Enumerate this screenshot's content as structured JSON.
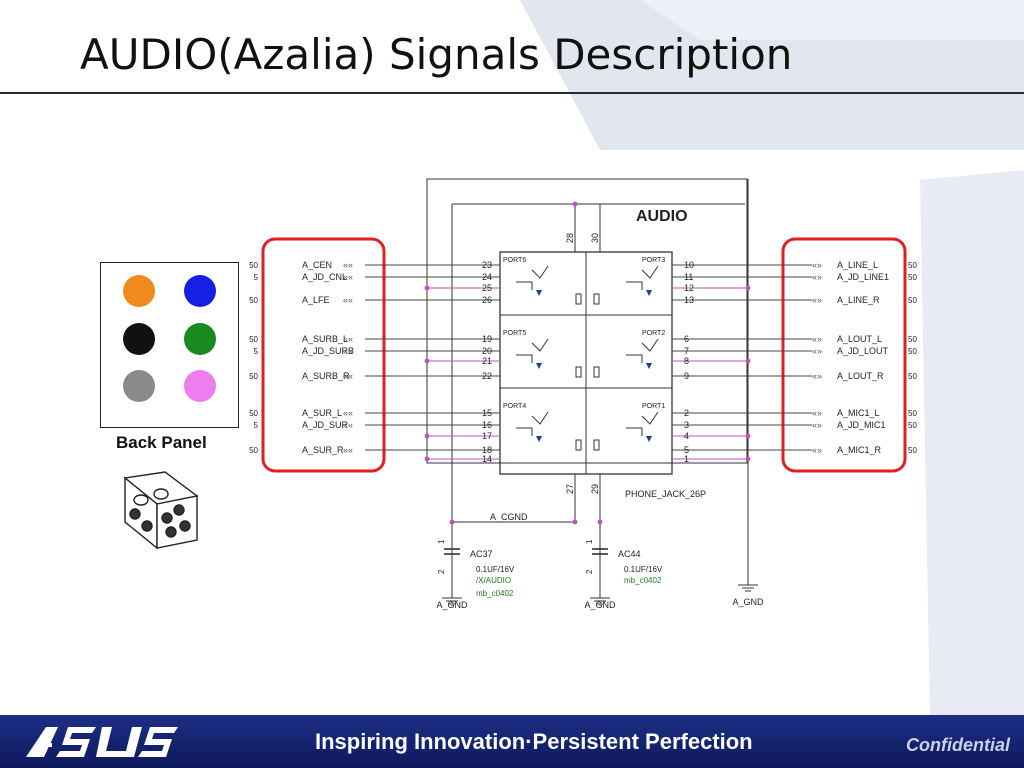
{
  "slide": {
    "title": "AUDIO(Azalia) Signals Description",
    "footer_tagline": "Inspiring Innovation·Persistent Perfection",
    "footer_confidential": "Confidential",
    "logo_text": "ASUS"
  },
  "diagram": {
    "block_title": "AUDIO",
    "part_name": "PHONE_JACK_26P",
    "back_panel_label": "Back Panel",
    "jack_colors": [
      "#f08a1e",
      "#1420e6",
      "#111111",
      "#1a8a20",
      "#8a8a8a",
      "#f07ef0"
    ],
    "left_signals": [
      {
        "name": "A_CEN",
        "pin": "23",
        "net": "50"
      },
      {
        "name": "A_JD_CNL",
        "pin": "24",
        "net": "5"
      },
      {
        "name": "A_LFE",
        "pin": "26",
        "net": "50"
      },
      {
        "name": "A_SURB_L",
        "pin": "19",
        "net": "50"
      },
      {
        "name": "A_JD_SURB",
        "pin": "20",
        "net": "5"
      },
      {
        "name": "A_SURB_R",
        "pin": "22",
        "net": "50"
      },
      {
        "name": "A_SUR_L",
        "pin": "15",
        "net": "50"
      },
      {
        "name": "A_JD_SUR",
        "pin": "16",
        "net": "5"
      },
      {
        "name": "A_SUR_R",
        "pin": "18",
        "net": "50"
      }
    ],
    "left_extra_pins": [
      "25",
      "21",
      "17",
      "14"
    ],
    "right_signals": [
      {
        "name": "A_LINE_L",
        "pin": "10",
        "net": "50"
      },
      {
        "name": "A_JD_LINE1",
        "pin": "11",
        "net": "50"
      },
      {
        "name": "A_LINE_R",
        "pin": "13",
        "net": "50"
      },
      {
        "name": "A_LOUT_L",
        "pin": "6",
        "net": "50"
      },
      {
        "name": "A_JD_LOUT",
        "pin": "7",
        "net": "50"
      },
      {
        "name": "A_LOUT_R",
        "pin": "9",
        "net": "50"
      },
      {
        "name": "A_MIC1_L",
        "pin": "2",
        "net": "50"
      },
      {
        "name": "A_JD_MIC1",
        "pin": "3",
        "net": "50"
      },
      {
        "name": "A_MIC1_R",
        "pin": "5",
        "net": "50"
      }
    ],
    "right_extra_pins": [
      "12",
      "8",
      "4",
      "1"
    ],
    "top_pins": [
      "28",
      "30"
    ],
    "bottom_pins": [
      "27",
      "29"
    ],
    "ports": [
      "PORT6",
      "PORT3",
      "PORT5",
      "PORT2",
      "PORT4",
      "PORT1"
    ],
    "cgnd_label": "A_CGND",
    "gnd_label": "A_GND",
    "capacitors": [
      {
        "ref": "AC37",
        "value": "0.1UF/16V",
        "note": "/X/AUDIO",
        "footprint": "mb_c0402",
        "pin_top": "1",
        "pin_bottom": "2"
      },
      {
        "ref": "AC44",
        "value": "0.1UF/16V",
        "note": "",
        "footprint": "mb_c0402",
        "pin_top": "1",
        "pin_bottom": "2"
      }
    ]
  }
}
